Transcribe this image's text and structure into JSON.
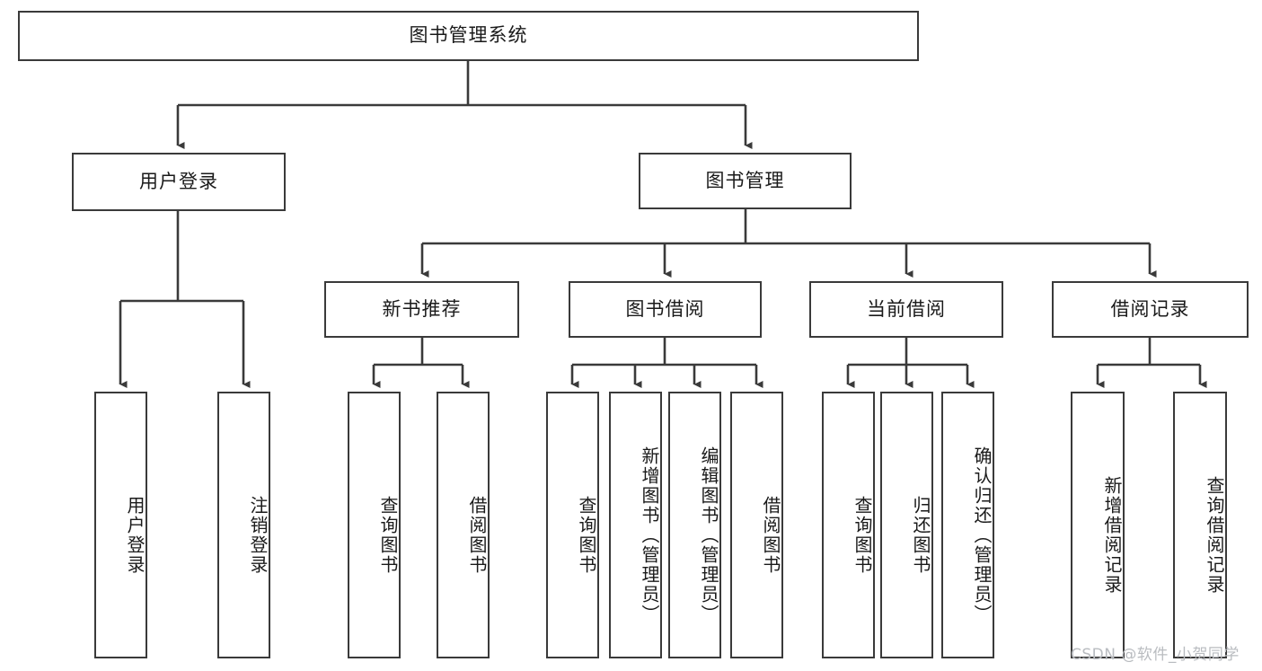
{
  "diagram": {
    "title": "图书管理系统",
    "watermark": "CSDN @软件_小贺同学",
    "line_color": "#3a3a3a",
    "box_fill": "#ffffff",
    "text_color": "#1a1a1a",
    "watermark_color": "#b9bcc0",
    "root": {
      "label": "图书管理系统"
    },
    "level1": [
      {
        "label": "用户登录"
      },
      {
        "label": "图书管理"
      }
    ],
    "level2": [
      {
        "label": "新书推荐"
      },
      {
        "label": "图书借阅"
      },
      {
        "label": "当前借阅"
      },
      {
        "label": "借阅记录"
      }
    ],
    "leaves": {
      "user_login": [
        {
          "label": "用户登录"
        },
        {
          "label": "注销登录"
        }
      ],
      "new_book_recommend": [
        {
          "label": "查询图书"
        },
        {
          "label": "借阅图书"
        }
      ],
      "book_borrow": [
        {
          "label": "查询图书"
        },
        {
          "label": "新增图书（管理员）"
        },
        {
          "label": "编辑图书（管理员）"
        },
        {
          "label": "借阅图书"
        }
      ],
      "current_borrow": [
        {
          "label": "查询图书"
        },
        {
          "label": "归还图书"
        },
        {
          "label": "确认归还（管理员）"
        }
      ],
      "borrow_record": [
        {
          "label": "新增借阅记录"
        },
        {
          "label": "查询借阅记录"
        }
      ]
    }
  }
}
